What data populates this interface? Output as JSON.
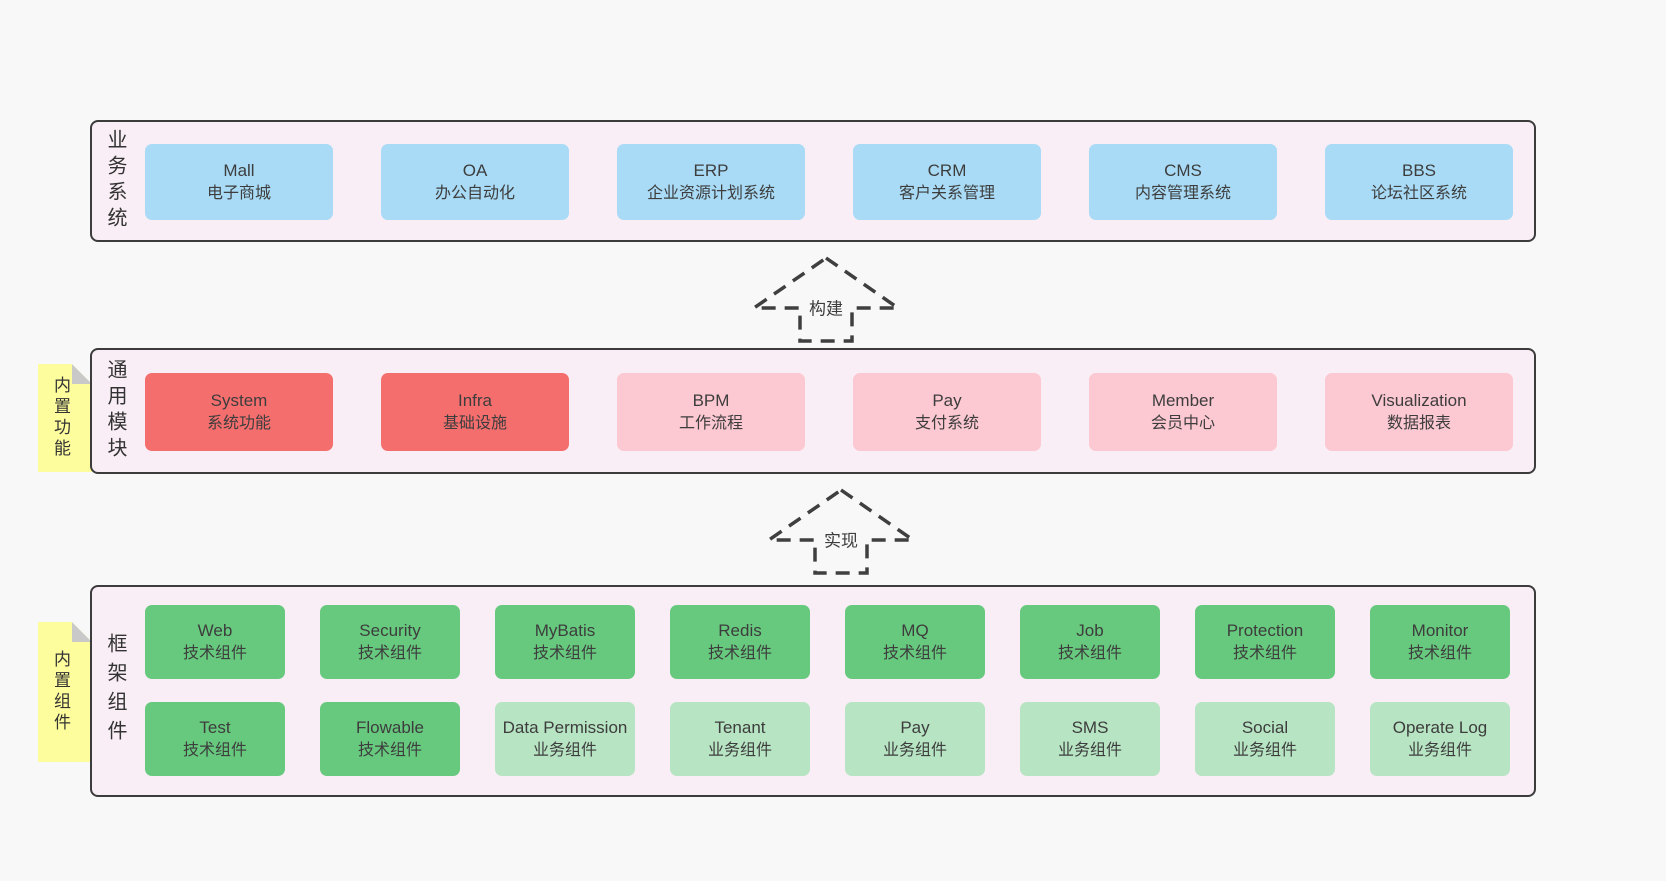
{
  "colors": {
    "background": "#f8f8f8",
    "container_bg": "#faeef6",
    "container_border": "#3c3c3c",
    "blue_box": "#a9dbf6",
    "red_box": "#f56e6e",
    "pink_box": "#fcc8d2",
    "green_box": "#67c97e",
    "light_green_box": "#b7e4c2",
    "note_yellow": "#fdfd9e",
    "note_fold_gray": "#c9c9c9",
    "text": "#3d3d3d"
  },
  "arrows": [
    {
      "label": "构建",
      "direction": "up"
    },
    {
      "label": "实现",
      "direction": "up"
    }
  ],
  "layers": [
    {
      "label": "业务系统",
      "boxes": [
        {
          "name": "Mall",
          "subtitle": "电子商城",
          "type": "blue"
        },
        {
          "name": "OA",
          "subtitle": "办公自动化",
          "type": "blue"
        },
        {
          "name": "ERP",
          "subtitle": "企业资源计划系统",
          "type": "blue"
        },
        {
          "name": "CRM",
          "subtitle": "客户关系管理",
          "type": "blue"
        },
        {
          "name": "CMS",
          "subtitle": "内容管理系统",
          "type": "blue"
        },
        {
          "name": "BBS",
          "subtitle": "论坛社区系统",
          "type": "blue"
        }
      ]
    },
    {
      "label": "通用模块",
      "note": "内置功能",
      "boxes": [
        {
          "name": "System",
          "subtitle": "系统功能",
          "type": "red"
        },
        {
          "name": "Infra",
          "subtitle": "基础设施",
          "type": "red"
        },
        {
          "name": "BPM",
          "subtitle": "工作流程",
          "type": "pink"
        },
        {
          "name": "Pay",
          "subtitle": "支付系统",
          "type": "pink"
        },
        {
          "name": "Member",
          "subtitle": "会员中心",
          "type": "pink"
        },
        {
          "name": "Visualization",
          "subtitle": "数据报表",
          "type": "pink"
        }
      ]
    },
    {
      "label": "框架组件",
      "note": "内置组件",
      "rows": [
        {
          "boxes": [
            {
              "name": "Web",
              "subtitle": "技术组件",
              "type": "green"
            },
            {
              "name": "Security",
              "subtitle": "技术组件",
              "type": "green"
            },
            {
              "name": "MyBatis",
              "subtitle": "技术组件",
              "type": "green"
            },
            {
              "name": "Redis",
              "subtitle": "技术组件",
              "type": "green"
            },
            {
              "name": "MQ",
              "subtitle": "技术组件",
              "type": "green"
            },
            {
              "name": "Job",
              "subtitle": "技术组件",
              "type": "green"
            },
            {
              "name": "Protection",
              "subtitle": "技术组件",
              "type": "green"
            },
            {
              "name": "Monitor",
              "subtitle": "技术组件",
              "type": "green"
            }
          ]
        },
        {
          "boxes": [
            {
              "name": "Test",
              "subtitle": "技术组件",
              "type": "green"
            },
            {
              "name": "Flowable",
              "subtitle": "技术组件",
              "type": "green"
            },
            {
              "name": "Data Permission",
              "subtitle": "业务组件",
              "type": "light-green"
            },
            {
              "name": "Tenant",
              "subtitle": "业务组件",
              "type": "light-green"
            },
            {
              "name": "Pay",
              "subtitle": "业务组件",
              "type": "light-green"
            },
            {
              "name": "SMS",
              "subtitle": "业务组件",
              "type": "light-green"
            },
            {
              "name": "Social",
              "subtitle": "业务组件",
              "type": "light-green"
            },
            {
              "name": "Operate Log",
              "subtitle": "业务组件",
              "type": "light-green"
            }
          ]
        }
      ]
    }
  ]
}
